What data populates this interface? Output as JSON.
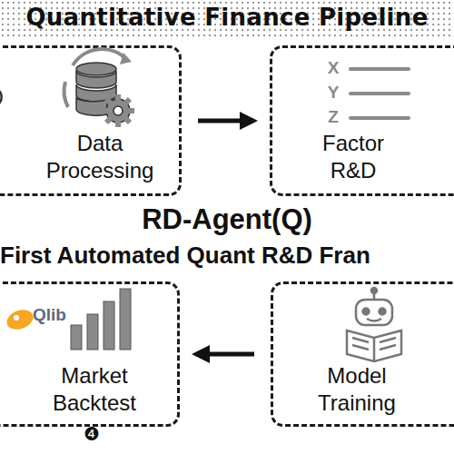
{
  "diagram": {
    "title": "Quantitative Finance Pipeline",
    "nodes": [
      {
        "text": [
          "Data Processing"
        ]
      },
      {
        "text": [
          "Factor R&D"
        ]
      },
      {
        "text": [
          "Market Backtest"
        ]
      },
      {
        "text": [
          "Model Training"
        ]
      }
    ],
    "edges": [
      {
        "from": 0,
        "to": 1,
        "arrow": "to"
      },
      {
        "from": 3,
        "to": 2,
        "arrow": "to"
      }
    ],
    "labels": [
      "RD-Agent(Q)",
      "First Automated Quant R&D Fran",
      "X",
      "Y",
      "Z",
      "Qlib",
      "❹"
    ]
  }
}
